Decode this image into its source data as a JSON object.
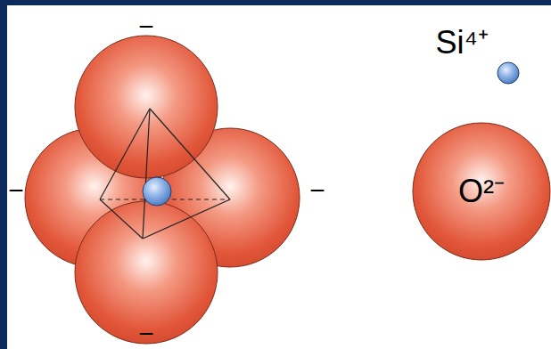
{
  "diagram": {
    "nodes": [
      {
        "text": [
          "Si⁴⁺"
        ]
      },
      {
        "text": [
          "O²⁻"
        ]
      }
    ],
    "labels": [
      "−",
      "−",
      "−",
      "−"
    ]
  }
}
